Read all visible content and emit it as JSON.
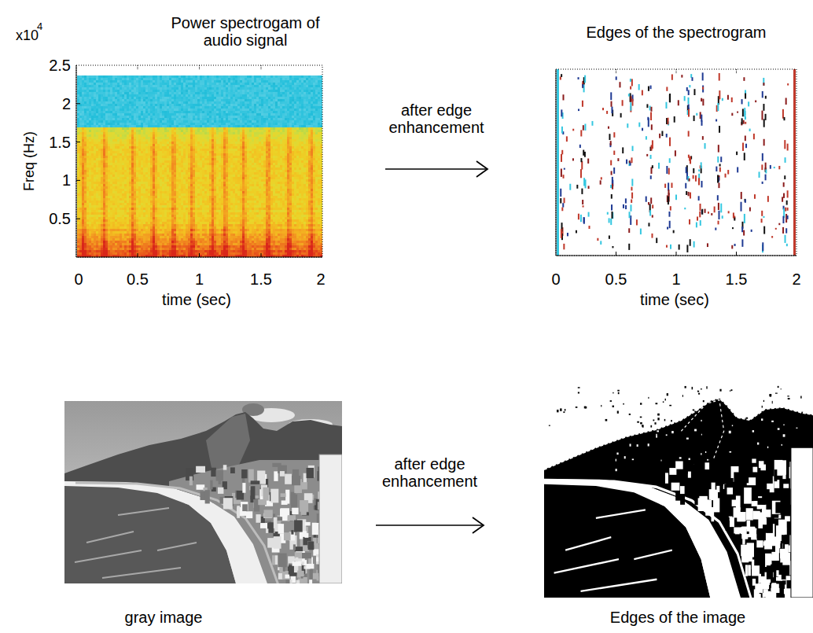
{
  "diagram": {
    "nodes": [
      {
        "text": [
          "Power spectrogam of audio signal"
        ]
      },
      {
        "text": [
          "Edges of the spectrogram"
        ]
      },
      {
        "text": [
          "gray image"
        ]
      },
      {
        "text": [
          "Edges of the image"
        ]
      }
    ],
    "edges": [
      {
        "from": 0,
        "to": 1,
        "label": "after edge enhancement",
        "arrow": "to"
      },
      {
        "from": 2,
        "to": 3,
        "label": "after edge enhancement",
        "arrow": "to"
      }
    ],
    "labels": [
      "x10",
      "4",
      "2.5",
      "2",
      "1.5",
      "1",
      "0.5",
      "Freq (Hz)",
      "0",
      "0.5",
      "1",
      "1.5",
      "2",
      "time (sec)",
      "0",
      "0.5",
      "1",
      "1.5",
      "2",
      "time (sec)"
    ]
  }
}
